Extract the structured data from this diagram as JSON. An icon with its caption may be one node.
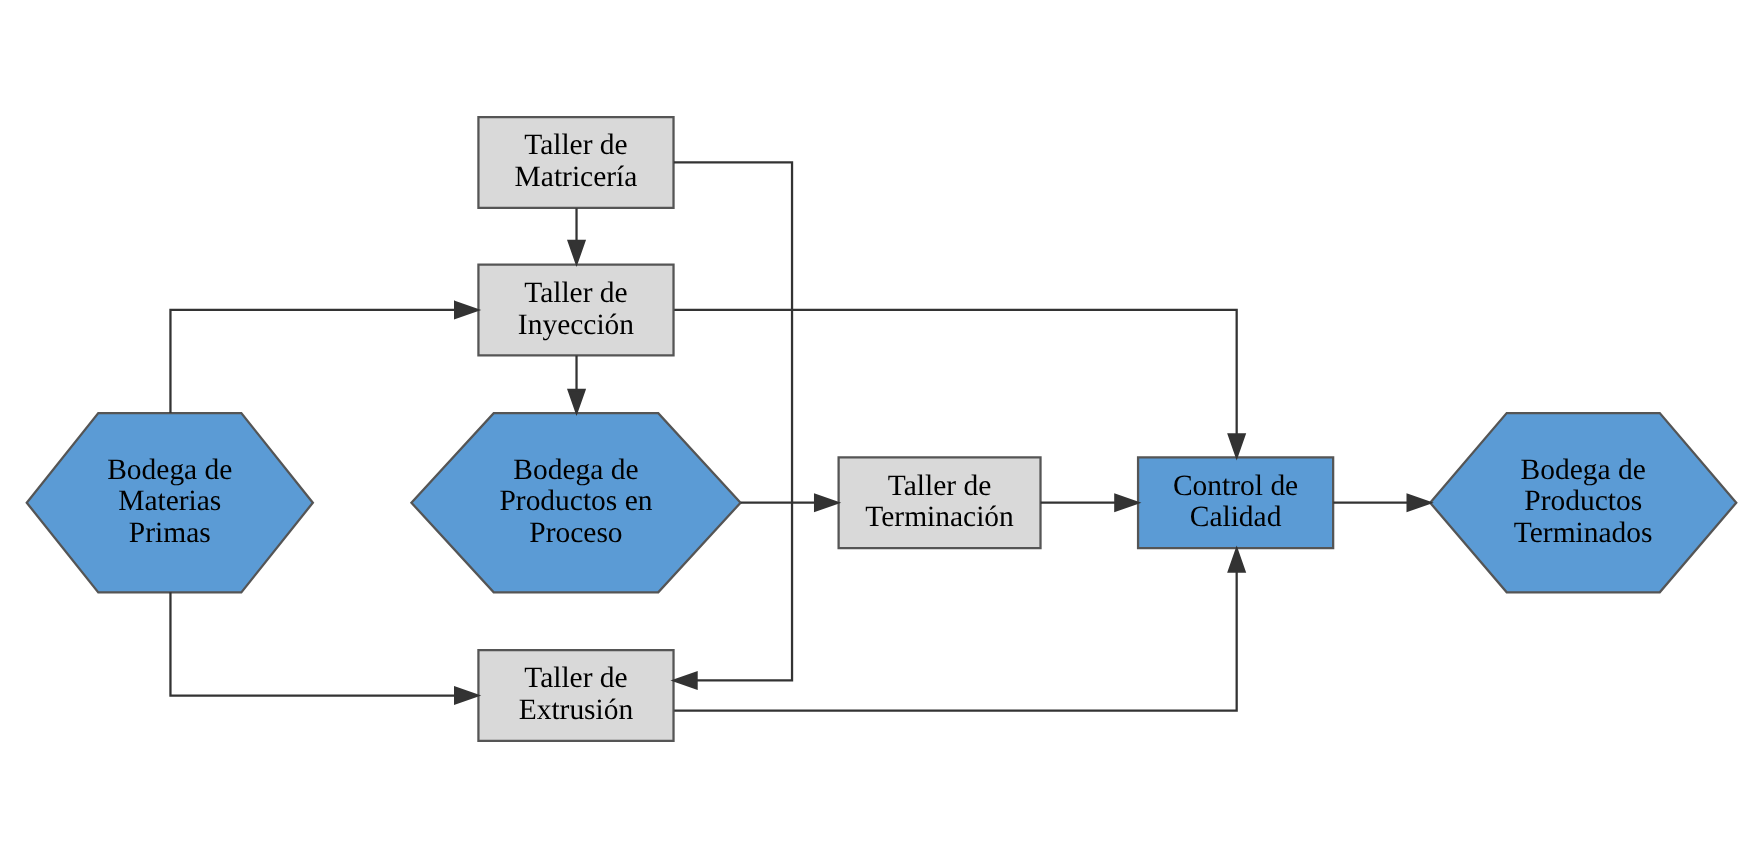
{
  "diagram": {
    "nodes": [
      {
        "text": [
          "Bodega de Materias Primas"
        ]
      },
      {
        "text": [
          "Taller de Extrusión"
        ]
      },
      {
        "text": [
          "Taller de Matricería"
        ]
      },
      {
        "text": [
          "Taller de Inyección"
        ]
      },
      {
        "text": [
          "Bodega de Productos en Proceso"
        ]
      },
      {
        "text": [
          "Taller de Terminación"
        ]
      },
      {
        "text": [
          "Control de Calidad"
        ]
      },
      {
        "text": [
          "Bodega de Productos Terminados"
        ]
      }
    ],
    "edges": [
      {
        "from": 0,
        "to": 1,
        "arrow": "to"
      },
      {
        "from": 0,
        "to": 3,
        "arrow": "to"
      },
      {
        "from": 2,
        "to": 1,
        "arrow": "to"
      },
      {
        "from": 2,
        "to": 3,
        "arrow": "to"
      },
      {
        "from": 1,
        "to": 6,
        "arrow": "to"
      },
      {
        "from": 3,
        "to": 6,
        "arrow": "to"
      },
      {
        "from": 3,
        "to": 4,
        "arrow": "to"
      },
      {
        "from": 4,
        "to": 5,
        "arrow": "to"
      },
      {
        "from": 5,
        "to": 6,
        "arrow": "to"
      },
      {
        "from": 6,
        "to": 7,
        "arrow": "to"
      }
    ]
  }
}
